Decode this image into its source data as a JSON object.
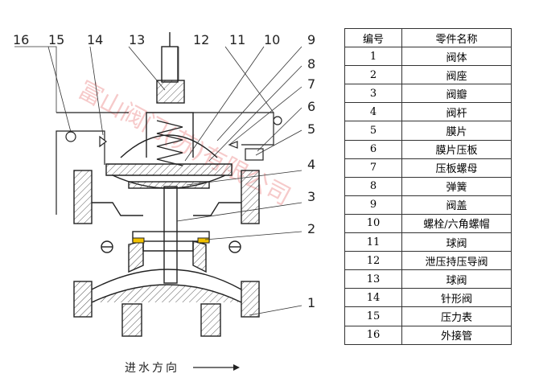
{
  "callouts": [
    "16",
    "15",
    "14",
    "13",
    "12",
    "11",
    "10",
    "9",
    "8",
    "7",
    "6",
    "5",
    "4",
    "3",
    "2",
    "1"
  ],
  "flow_label": "进水方向",
  "watermark": "富山阀门(苏)有限公司",
  "table": {
    "headers": [
      "编号",
      "零件名称"
    ],
    "rows": [
      {
        "no": "1",
        "name": "阀体"
      },
      {
        "no": "2",
        "name": "阀座"
      },
      {
        "no": "3",
        "name": "阀瓣"
      },
      {
        "no": "4",
        "name": "阀杆"
      },
      {
        "no": "5",
        "name": "膜片"
      },
      {
        "no": "6",
        "name": "膜片压板"
      },
      {
        "no": "7",
        "name": "压板螺母"
      },
      {
        "no": "8",
        "name": "弹簧"
      },
      {
        "no": "9",
        "name": "阀盖"
      },
      {
        "no": "10",
        "name": "螺栓/六角螺帽"
      },
      {
        "no": "11",
        "name": "球阀"
      },
      {
        "no": "12",
        "name": "泄压持压导阀"
      },
      {
        "no": "13",
        "name": "球阀"
      },
      {
        "no": "14",
        "name": "针形阀"
      },
      {
        "no": "15",
        "name": "压力表"
      },
      {
        "no": "16",
        "name": "外接管"
      }
    ]
  },
  "colors": {
    "line": "#222222",
    "hatch": "#555555",
    "seat": "#f2c200",
    "watermark": "#f0a0a0"
  }
}
